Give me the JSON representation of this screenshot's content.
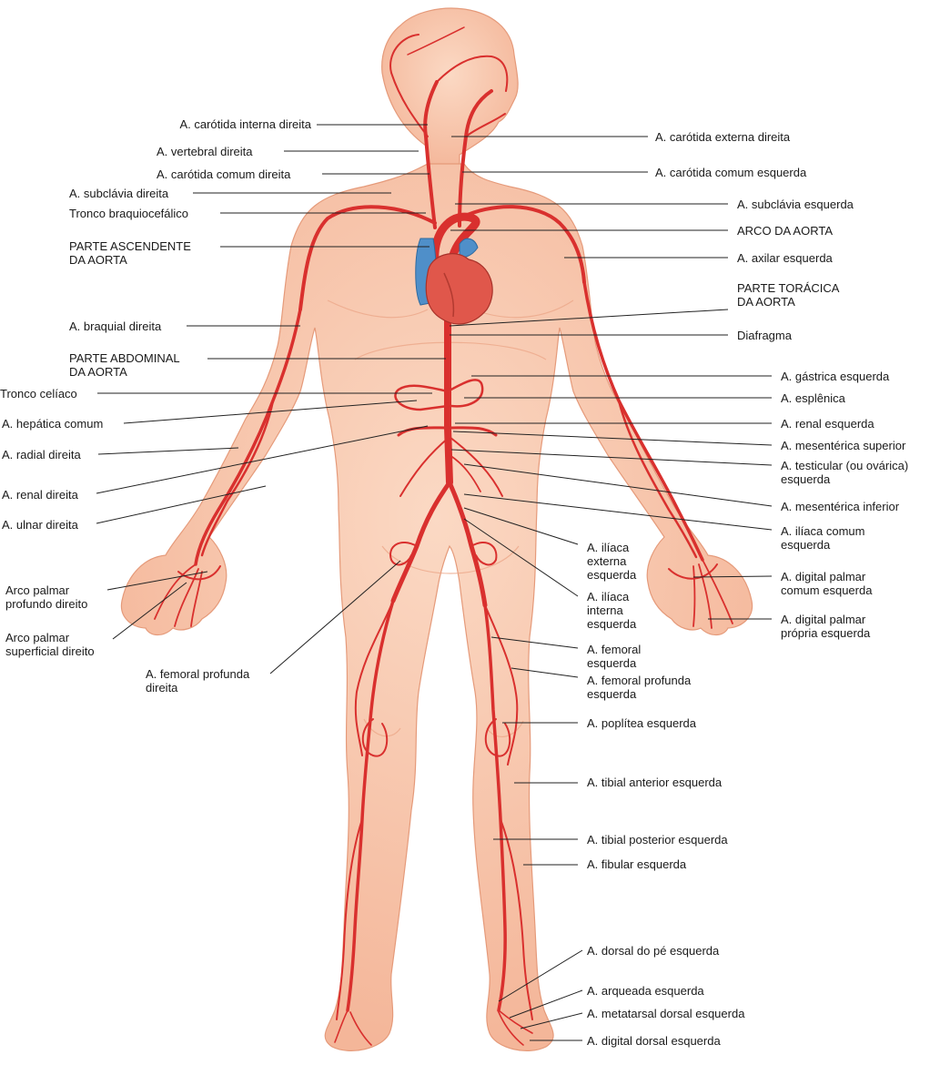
{
  "labels_left": [
    {
      "id": "carotida-interna-direita",
      "lines": [
        "A. carótida interna direita"
      ]
    },
    {
      "id": "vertebral-direita",
      "lines": [
        "A. vertebral direita"
      ]
    },
    {
      "id": "carotida-comum-direita",
      "lines": [
        "A. carótida comum direita"
      ]
    },
    {
      "id": "subclavia-direita",
      "lines": [
        "A. subclávia direita"
      ]
    },
    {
      "id": "tronco-braquiocefalico",
      "lines": [
        "Tronco braquiocefálico"
      ]
    },
    {
      "id": "parte-ascendente-aorta",
      "lines": [
        "PARTE ASCENDENTE",
        "DA AORTA"
      ]
    },
    {
      "id": "braquial-direita",
      "lines": [
        "A. braquial direita"
      ]
    },
    {
      "id": "parte-abdominal-aorta",
      "lines": [
        "PARTE ABDOMINAL",
        "DA AORTA"
      ]
    },
    {
      "id": "tronco-celiaco",
      "lines": [
        "Tronco celíaco"
      ]
    },
    {
      "id": "hepatica-comum",
      "lines": [
        "A. hepática comum"
      ]
    },
    {
      "id": "radial-direita",
      "lines": [
        "A. radial direita"
      ]
    },
    {
      "id": "renal-direita",
      "lines": [
        "A. renal direita"
      ]
    },
    {
      "id": "ulnar-direita",
      "lines": [
        "A. ulnar direita"
      ]
    },
    {
      "id": "arco-palmar-profundo",
      "lines": [
        "Arco palmar",
        "profundo direito"
      ]
    },
    {
      "id": "arco-palmar-superficial",
      "lines": [
        "Arco palmar",
        "superficial direito"
      ]
    },
    {
      "id": "femoral-profunda-direita",
      "lines": [
        "A. femoral profunda",
        "direita"
      ]
    }
  ],
  "labels_right": [
    {
      "id": "carotida-externa-direita",
      "lines": [
        "A. carótida externa direita"
      ]
    },
    {
      "id": "carotida-comum-esquerda",
      "lines": [
        "A. carótida comum esquerda"
      ]
    },
    {
      "id": "subclavia-esquerda",
      "lines": [
        "A. subclávia esquerda"
      ]
    },
    {
      "id": "arco-aorta",
      "lines": [
        "ARCO DA AORTA"
      ]
    },
    {
      "id": "axilar-esquerda",
      "lines": [
        "A. axilar esquerda"
      ]
    },
    {
      "id": "parte-toracica-aorta",
      "lines": [
        "PARTE TORÁCICA",
        "DA AORTA"
      ]
    },
    {
      "id": "diafragma",
      "lines": [
        "Diafragma"
      ]
    },
    {
      "id": "gastrica-esquerda",
      "lines": [
        "A. gástrica esquerda"
      ]
    },
    {
      "id": "esplenica",
      "lines": [
        "A. esplênica"
      ]
    },
    {
      "id": "renal-esquerda",
      "lines": [
        "A. renal esquerda"
      ]
    },
    {
      "id": "mesenterica-superior",
      "lines": [
        "A. mesentérica superior"
      ]
    },
    {
      "id": "testicular-esquerda",
      "lines": [
        "A. testicular (ou ovárica)",
        "esquerda"
      ]
    },
    {
      "id": "mesenterica-inferior",
      "lines": [
        "A. mesentérica inferior"
      ]
    },
    {
      "id": "iliaca-comum-esquerda",
      "lines": [
        "A. ilíaca comum",
        "esquerda"
      ]
    },
    {
      "id": "iliaca-externa-esquerda",
      "lines": [
        "A. ilíaca",
        "externa",
        "esquerda"
      ]
    },
    {
      "id": "iliaca-interna-esquerda",
      "lines": [
        "A. ilíaca",
        "interna",
        "esquerda"
      ]
    },
    {
      "id": "digital-palmar-comum",
      "lines": [
        "A. digital palmar",
        "comum esquerda"
      ]
    },
    {
      "id": "digital-palmar-propria",
      "lines": [
        "A. digital palmar",
        "própria esquerda"
      ]
    },
    {
      "id": "femoral-esquerda",
      "lines": [
        "A. femoral",
        "esquerda"
      ]
    },
    {
      "id": "femoral-profunda-esquerda",
      "lines": [
        "A. femoral profunda",
        "esquerda"
      ]
    },
    {
      "id": "poplitea-esquerda",
      "lines": [
        "A. poplítea esquerda"
      ]
    },
    {
      "id": "tibial-anterior-esquerda",
      "lines": [
        "A. tibial anterior esquerda"
      ]
    },
    {
      "id": "tibial-posterior-esquerda",
      "lines": [
        "A. tibial posterior esquerda"
      ]
    },
    {
      "id": "fibular-esquerda",
      "lines": [
        "A. fibular esquerda"
      ]
    },
    {
      "id": "dorsal-pe-esquerda",
      "lines": [
        "A. dorsal do pé esquerda"
      ]
    },
    {
      "id": "arqueada-esquerda",
      "lines": [
        "A. arqueada esquerda"
      ]
    },
    {
      "id": "metatarsal-dorsal-esquerda",
      "lines": [
        "A. metatarsal dorsal esquerda"
      ]
    },
    {
      "id": "digital-dorsal-esquerda",
      "lines": [
        "A. digital dorsal esquerda"
      ]
    }
  ],
  "colors": {
    "skin": "#f9cbb1",
    "skin_shade": "#f1a98a",
    "skin_outline": "#e59a7a",
    "artery": "#d9302e",
    "artery_light": "#e8605a",
    "vein_blue": "#4f8fc9",
    "heart": "#e0574b",
    "leader": "#222222",
    "text": "#1a1a1a"
  }
}
